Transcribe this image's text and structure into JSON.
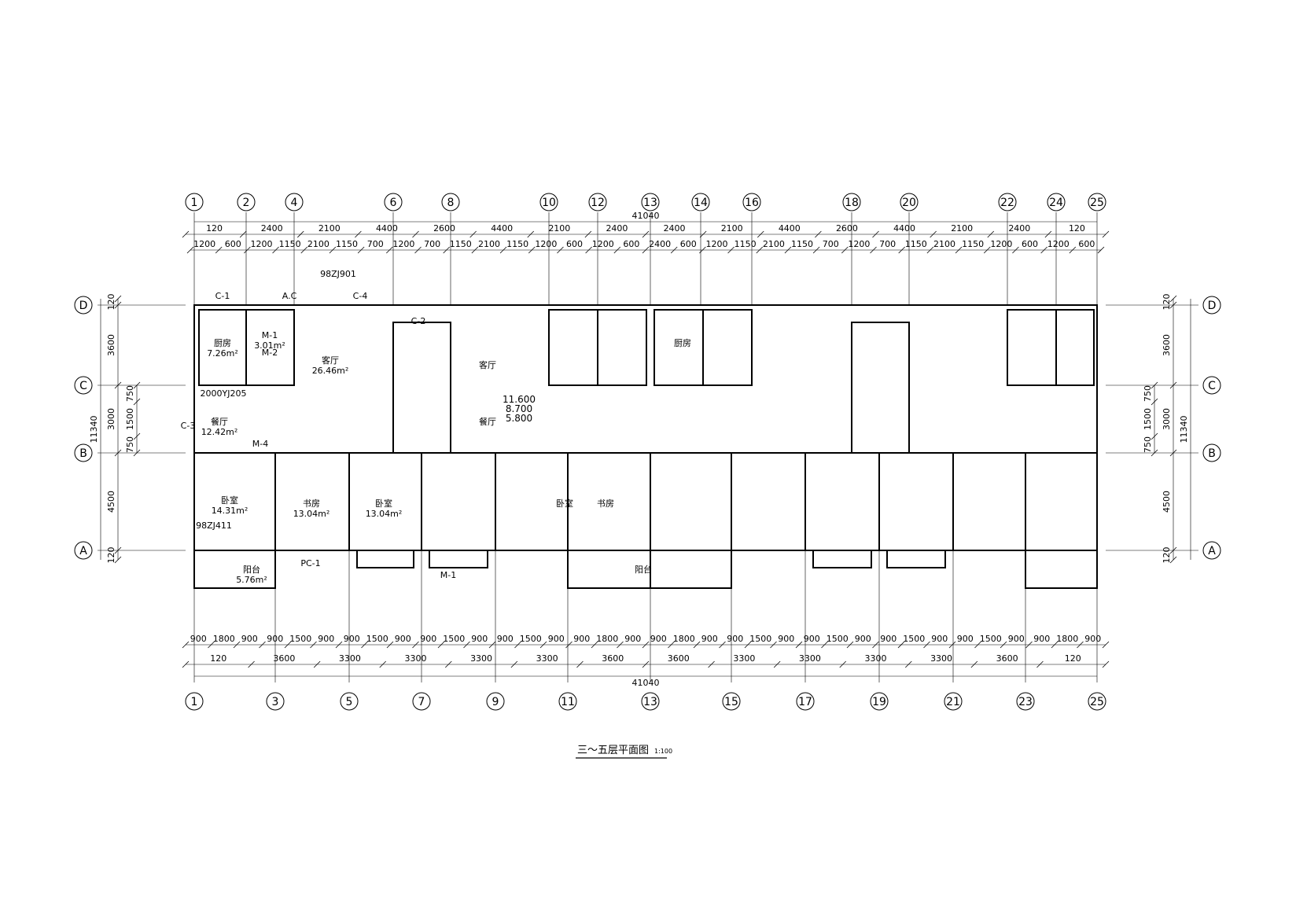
{
  "drawing": {
    "title": "三～五层平面图",
    "scale": "1:100",
    "total_width": "41040",
    "total_depth": "11340",
    "top_axes": [
      "1",
      "2",
      "4",
      "6",
      "8",
      "10",
      "12",
      "13",
      "14",
      "16",
      "18",
      "20",
      "22",
      "24",
      "25"
    ],
    "bottom_axes": [
      "1",
      "3",
      "5",
      "7",
      "9",
      "11",
      "13",
      "15",
      "17",
      "19",
      "21",
      "23",
      "25"
    ],
    "side_axes": [
      "D",
      "C",
      "B",
      "A"
    ],
    "top_dims_1": [
      "120",
      "2400",
      "2100",
      "4400",
      "2600",
      "4400",
      "2100",
      "2400",
      "2400",
      "2100",
      "4400",
      "2600",
      "4400",
      "2100",
      "2400",
      "120"
    ],
    "top_dims_2": [
      "1200",
      "600",
      "1200",
      "1150",
      "2100",
      "1150",
      "700",
      "1200",
      "700",
      "1150",
      "2100",
      "1150",
      "1200",
      "600",
      "1200",
      "600",
      "2400",
      "600",
      "1200",
      "1150",
      "2100",
      "1150",
      "700",
      "1200",
      "700",
      "1150",
      "2100",
      "1150",
      "1200",
      "600",
      "1200",
      "600"
    ],
    "bottom_dims_1": [
      "900",
      "1800",
      "900",
      "900",
      "1500",
      "900",
      "900",
      "1500",
      "900",
      "900",
      "1500",
      "900",
      "900",
      "1500",
      "900",
      "900",
      "1800",
      "900",
      "900",
      "1800",
      "900",
      "900",
      "1500",
      "900",
      "900",
      "1500",
      "900",
      "900",
      "1500",
      "900",
      "900",
      "1500",
      "900",
      "900",
      "1800",
      "900"
    ],
    "bottom_dims_2": [
      "120",
      "3600",
      "3300",
      "3300",
      "3300",
      "3300",
      "3600",
      "3600",
      "3300",
      "3300",
      "3300",
      "3300",
      "3600",
      "120"
    ],
    "side_dims_outer": [
      "120",
      "3600",
      "3000",
      "4500",
      "120"
    ],
    "side_dims_inner": [
      "750",
      "1500",
      "750"
    ],
    "levels": [
      "11.600",
      "8.700",
      "5.800"
    ],
    "rooms": [
      {
        "name": "厨房",
        "area": "7.26m²"
      },
      {
        "name": "M-1",
        "area": "3.01m²"
      },
      {
        "name": "客厅",
        "area": "26.46m²"
      },
      {
        "name": "餐厅",
        "area": "12.42m²"
      },
      {
        "name": "卧室",
        "area": "14.31m²"
      },
      {
        "name": "书房",
        "area": "13.04m²"
      },
      {
        "name": "卧室",
        "area": "13.04m²"
      },
      {
        "name": "阳台",
        "area": "5.76m²"
      },
      {
        "name": "客厅",
        "area": ""
      },
      {
        "name": "餐厅",
        "area": ""
      },
      {
        "name": "卧室",
        "area": ""
      },
      {
        "name": "书房",
        "area": ""
      },
      {
        "name": "阳台",
        "area": ""
      },
      {
        "name": "厨房",
        "area": ""
      }
    ],
    "window_tags": [
      "C-1",
      "C-2",
      "C-3",
      "C-4",
      "PC-1",
      "M-1",
      "M-2",
      "M-4",
      "A.C"
    ],
    "detail_refs": [
      "98ZJ901",
      "98ZJ411",
      "2000YJ205"
    ]
  }
}
